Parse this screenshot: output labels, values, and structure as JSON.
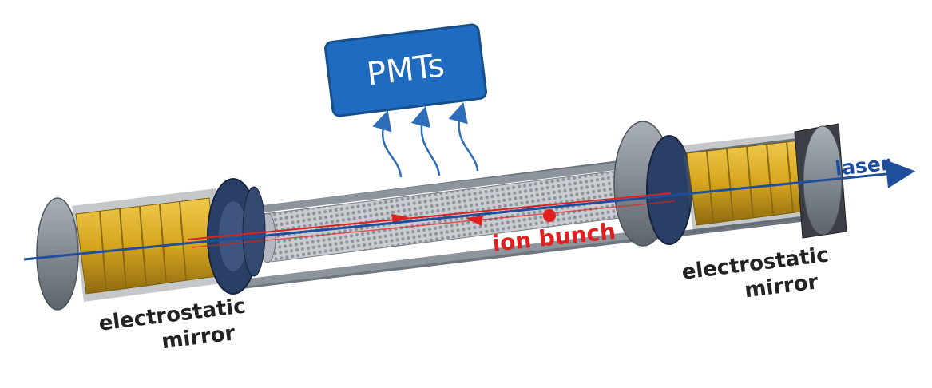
{
  "labels": {
    "pmts": "PMTs",
    "laser": "laser",
    "ion_bunch": "ion bunch",
    "mirror_left_line1": "electrostatic",
    "mirror_left_line2": "mirror",
    "mirror_right_line1": "electrostatic",
    "mirror_right_line2": "mirror"
  },
  "colors": {
    "pmt_fill": "#1f6bbf",
    "laser": "#1f4e9a",
    "ion": "#e02020",
    "photon_arrows": "#2e6db8",
    "mirror_gold": "#d6a51f",
    "steel": "#7c8590",
    "flange_blue": "#2a3f66"
  }
}
